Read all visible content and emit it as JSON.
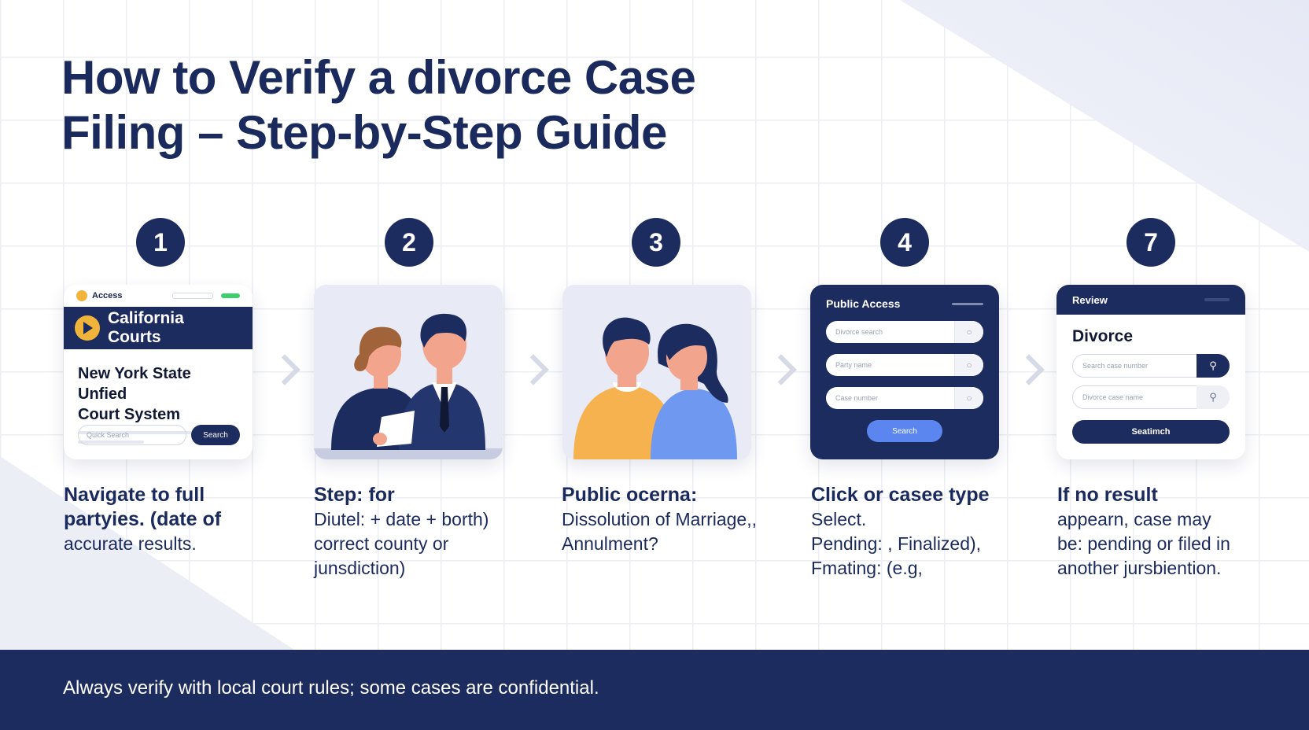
{
  "title": {
    "line1": "How to Verify a divorce Case",
    "line2": "Filing – Step-by-Step Guide"
  },
  "steps": [
    {
      "number": "1",
      "card": {
        "top_label": "Access",
        "brand": "California Courts",
        "heading_line1": "New York State Unfied",
        "heading_line2": "Court System",
        "search_placeholder": "Quick Search",
        "search_button": "Search"
      },
      "caption": {
        "lines": [
          "Navigate to full",
          "partyies. (date of",
          "accurate results."
        ]
      }
    },
    {
      "number": "2",
      "card": {
        "illustration": "two-adults-with-document-illustration"
      },
      "caption": {
        "lines": [
          "Step:  for",
          "Diutel: + date + borth)",
          "correct county or",
          "junsdiction)"
        ]
      }
    },
    {
      "number": "3",
      "card": {
        "illustration": "couple-illustration"
      },
      "caption": {
        "lines": [
          "Public  ocerna:",
          "Dissolution of Marriage,,",
          "Annulment?"
        ]
      }
    },
    {
      "number": "4",
      "card": {
        "header": "Public Access",
        "fields": [
          "Divorce search",
          "Party name",
          "Case number"
        ],
        "button": "Search"
      },
      "caption": {
        "lines": [
          "Click or casee type",
          "Select.",
          "Pending: , Finalized),",
          "Fmating: (e.g,"
        ]
      }
    },
    {
      "number": "7",
      "card": {
        "header": "Review",
        "title": "Divorce",
        "fields": [
          "Search case number",
          "Divorce case name"
        ],
        "button": "Seatimch"
      },
      "caption": {
        "lines": [
          "If no result",
          "appearn, case may",
          "be: pending or filed in",
          "another jursbiention."
        ]
      }
    }
  ],
  "footer": {
    "note": "Always verify with local court rules; some cases are confidential."
  },
  "colors": {
    "navy": "#1d2c5e",
    "accent_blue": "#5b86f0",
    "gold": "#f0b43a",
    "grid": "#eceef4"
  }
}
